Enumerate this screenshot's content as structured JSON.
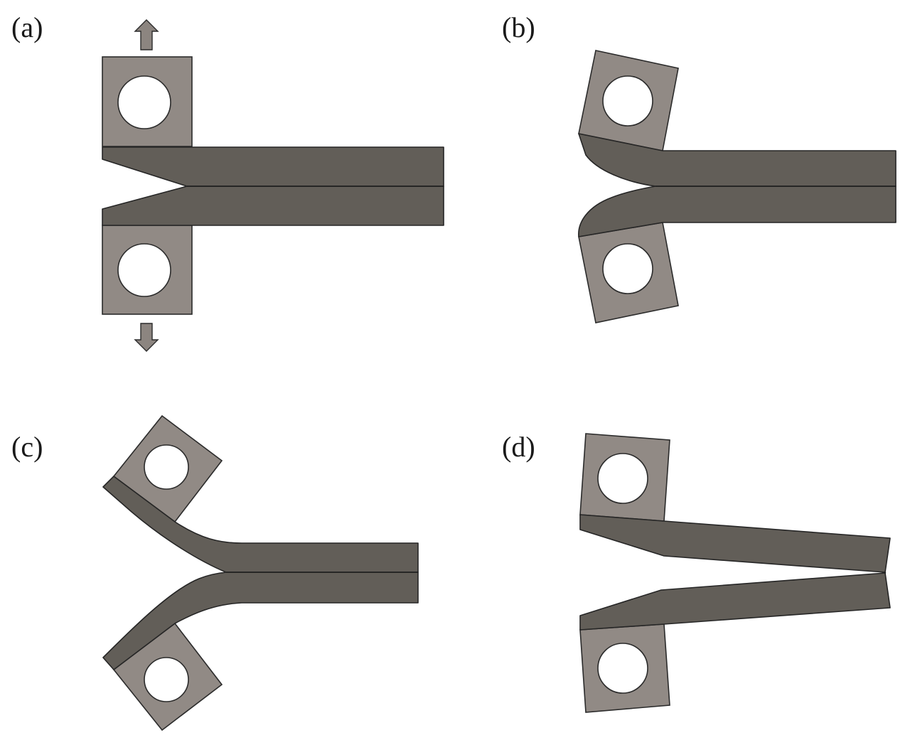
{
  "panels": [
    {
      "id": "a",
      "label": "(a)"
    },
    {
      "id": "b",
      "label": "(b)"
    },
    {
      "id": "c",
      "label": "(c)"
    },
    {
      "id": "d",
      "label": "(d)"
    }
  ],
  "colors": {
    "loading_block": "#918a85",
    "specimen_arm": "#625e58",
    "outline": "#2b2b2b",
    "background": "#ffffff"
  }
}
